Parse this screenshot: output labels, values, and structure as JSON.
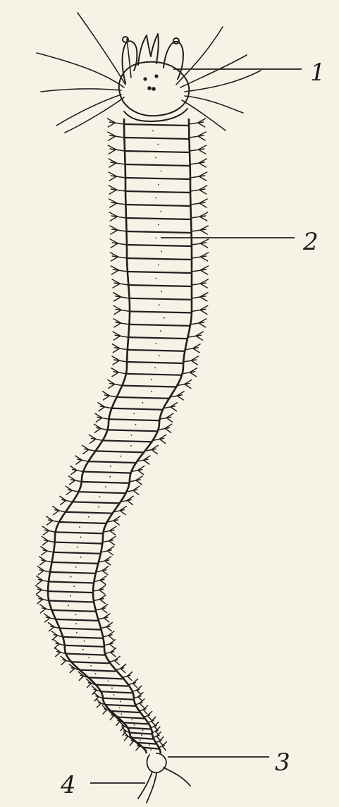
{
  "figure": {
    "background": "#f7f2e6",
    "ink": "#1f1f1f",
    "subject": "annelid-worm-diagram",
    "labels": [
      {
        "id": "label-1",
        "text": "1"
      },
      {
        "id": "label-2",
        "text": "2"
      },
      {
        "id": "label-3",
        "text": "3"
      },
      {
        "id": "label-4",
        "text": "4"
      }
    ]
  }
}
